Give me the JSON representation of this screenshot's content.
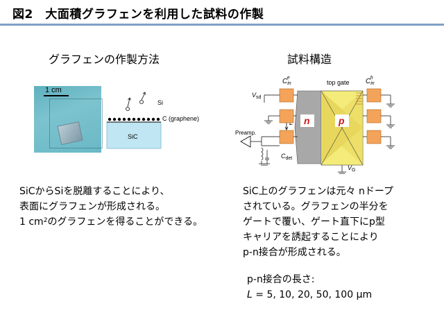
{
  "title": "図2　大面積グラフェンを利用した試料の作製",
  "left": {
    "heading": "グラフェンの作製方法",
    "photo_scale_label": "1 cm",
    "diagram": {
      "si_label": "Si",
      "c_label": "C (graphene)",
      "sic_label": "SiC"
    },
    "lines": [
      "SiCからSiを脱離することにより、",
      "表面にグラフェンが形成される。",
      "1 cm",
      "2",
      "のグラフェンを得ることができる。"
    ]
  },
  "right": {
    "heading": "試料構造",
    "diagram": {
      "top_gate": "top gate",
      "cin_e_main": "C",
      "cin_e_sub": "in",
      "cin_e_sup": "e",
      "cin_h_main": "C",
      "cin_h_sub": "in",
      "cin_h_sup": "h",
      "vsd_main": "V",
      "vsd_sub": "sd",
      "n_label": "n",
      "p_label": "p",
      "L_label": "L",
      "preamp": "Preamp.",
      "cdet_main": "C",
      "cdet_sub": "det",
      "vg_main": "V",
      "vg_sub": "G"
    },
    "lines": [
      "SiC上のグラフェンは元々 nドープ",
      "されている。グラフェンの半分を",
      "ゲートで覆い、ゲート直下にp型",
      "キャリアを誘起することにより",
      "p-n接合が形成される。"
    ],
    "length_title": "p-n接合の長さ:",
    "length_var": "L",
    "length_values": " = 5, 10, 20, 50, 100 μm"
  }
}
